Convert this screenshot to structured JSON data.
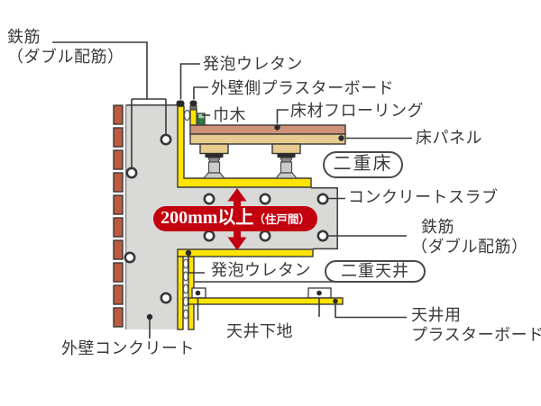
{
  "labels": {
    "rebar_top": {
      "line1": "鉄筋",
      "line2": "（ダブル配筋）"
    },
    "urethane_top": "発泡ウレタン",
    "exterior_plasterboard": "外壁側プラスターボード",
    "skirting": "巾木",
    "flooring": "床材フローリング",
    "floor_panel": "床パネル",
    "concrete_slab": "コンクリートスラブ",
    "rebar_right": {
      "line1": "鉄筋",
      "line2": "（ダブル配筋）"
    },
    "urethane_bottom": "発泡ウレタン",
    "ceiling_base": "天井下地",
    "ceiling_plasterboard": {
      "line1": "天井用",
      "line2": "プラスターボード"
    },
    "exterior_wall": "外壁コンクリート"
  },
  "badges": {
    "double_floor": "二重床",
    "double_ceiling": "二重天井",
    "dimension_main": "200mm以上",
    "dimension_sub": "（住戸間）"
  },
  "colors": {
    "dimension_red": "#c2000e",
    "insulation_yellow": "#ffe400",
    "concrete_gray": "#d9dad7",
    "brick": "#bc5b40",
    "flooring": "#d0917a",
    "wood_panel": "#e7cb8f",
    "outline": "#383838",
    "text": "#3a3a3a"
  }
}
